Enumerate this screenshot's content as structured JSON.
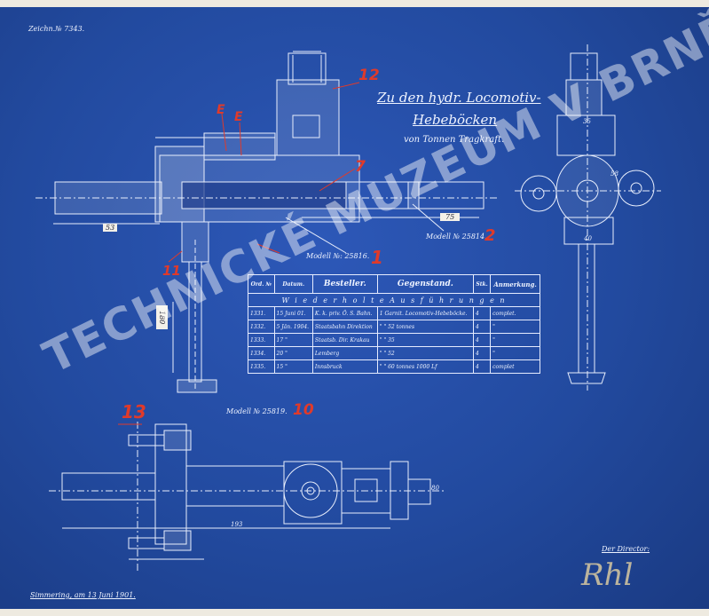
{
  "drawing_number": "Zeichn.№ 7343.",
  "title_line1": "Zu den hydr. Locomotiv-",
  "title_line2": "Hebeböcken",
  "title_line3": "von Tonnen Tragkraft.",
  "model_labels": {
    "m1": "Modell №: 25816.",
    "m2": "Modell № 25814.",
    "m3": "Modell № 25819."
  },
  "red_marks": {
    "r12": "12",
    "r7": "7",
    "r1": "1",
    "r2": "2",
    "r11": "11",
    "r10": "10",
    "r13": "13",
    "rE1": "E",
    "rE2": "E"
  },
  "dimension_labels": {
    "d53": "53",
    "d75": "75",
    "d180": "180",
    "d193": "193",
    "d58": "58",
    "d80": "80",
    "d40": "40",
    "d35": "35"
  },
  "table": {
    "headers": [
      "Ord. №",
      "Datum.",
      "Besteller.",
      "Gegenstand.",
      "Stk.",
      "Anmerkung."
    ],
    "spanning_row": "W i e d e r h o l t e   A u s f ü h r u n g e n",
    "rows": [
      [
        "1331.",
        "15 Juni 01.",
        "K. k. priv. Ö. S. Bahn.",
        "1 Garnit. Locomotiv-Hebeböcke.",
        "4",
        "complet."
      ],
      [
        "1332.",
        "5 Jän. 1904.",
        "Staatsbahn Direktion",
        "\"  \"  52 tonnes",
        "4",
        "\""
      ],
      [
        "1333.",
        "17 \"",
        "Staatsb. Dir. Krakau",
        "\"  \"  35",
        "4",
        "\""
      ],
      [
        "1334.",
        "20 \"",
        "Lemberg",
        "\"  \"  52",
        "4",
        "\""
      ],
      [
        "1335.",
        "15 \"",
        "Innsbruck",
        "\"  \" 60 tonnes 1000 Lf",
        "4",
        "complet"
      ]
    ]
  },
  "director_label": "Der Director:",
  "signature": "Rhl",
  "footer": "Simmering, am 13 Juni 1901.",
  "watermark": "TECHNICKÉ MUZEUM V BRNĚ"
}
